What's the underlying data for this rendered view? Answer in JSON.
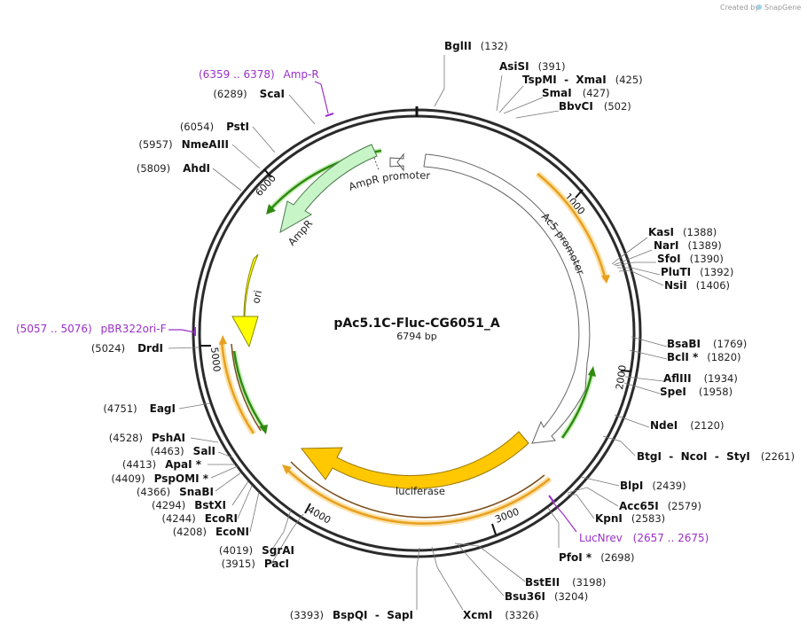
{
  "credit": {
    "prefix": "Created by",
    "brand": "SnapGene"
  },
  "map": {
    "name": "pAc5.1C-Fluc-CG6051_A",
    "size": "6794 bp"
  },
  "colors": {
    "backbone": "#2b2b2b",
    "primer": "#9b30c8",
    "ampr": "#c8f5c8",
    "ori": "#ffff00",
    "luciferase": "#ffc800",
    "orf_green": "#2f8a10",
    "orf_orange": "#e8a020"
  },
  "ticks": [
    "1000",
    "2000",
    "3000",
    "4000",
    "5000",
    "6000"
  ],
  "features": {
    "ampr_promoter": "AmpR promoter",
    "ampr": "AmpR",
    "ac5_promoter": "Ac5 promoter",
    "ori": "ori",
    "luciferase": "luciferase"
  },
  "sites": [
    {
      "name": "BglII",
      "pos": "(132)"
    },
    {
      "name": "AsiSI",
      "pos": "(391)"
    },
    {
      "name": "TspMI  -  XmaI",
      "pos": "(425)"
    },
    {
      "name": "SmaI",
      "pos": "(427)"
    },
    {
      "name": "BbvCI",
      "pos": "(502)"
    },
    {
      "name": "KasI",
      "pos": "(1388)"
    },
    {
      "name": "NarI",
      "pos": "(1389)"
    },
    {
      "name": "SfoI",
      "pos": "(1390)"
    },
    {
      "name": "PluTI",
      "pos": "(1392)"
    },
    {
      "name": "NsiI",
      "pos": "(1406)"
    },
    {
      "name": "BsaBI",
      "pos": "(1769)"
    },
    {
      "name": "BclI *",
      "pos": "(1820)"
    },
    {
      "name": "AflIII",
      "pos": "(1934)"
    },
    {
      "name": "SpeI",
      "pos": "(1958)"
    },
    {
      "name": "NdeI",
      "pos": "(2120)"
    },
    {
      "name": "BtgI  -  NcoI  -  StyI",
      "pos": "(2261)"
    },
    {
      "name": "BlpI",
      "pos": "(2439)"
    },
    {
      "name": "Acc65I",
      "pos": "(2579)"
    },
    {
      "name": "KpnI",
      "pos": "(2583)"
    },
    {
      "name": "PfoI *",
      "pos": "(2698)"
    },
    {
      "name": "BstEII",
      "pos": "(3198)"
    },
    {
      "name": "Bsu36I",
      "pos": "(3204)"
    },
    {
      "name": "XcmI",
      "pos": "(3326)"
    },
    {
      "name": "BspQI  -  SapI",
      "pos": "(3393)"
    },
    {
      "name": "PacI",
      "pos": "(3915)"
    },
    {
      "name": "SgrAI",
      "pos": "(4019)"
    },
    {
      "name": "EcoNI",
      "pos": "(4208)"
    },
    {
      "name": "EcoRI",
      "pos": "(4244)"
    },
    {
      "name": "BstXI",
      "pos": "(4294)"
    },
    {
      "name": "SnaBI",
      "pos": "(4366)"
    },
    {
      "name": "PspOMI *",
      "pos": "(4409)"
    },
    {
      "name": "ApaI *",
      "pos": "(4413)"
    },
    {
      "name": "SalI",
      "pos": "(4463)"
    },
    {
      "name": "PshAI",
      "pos": "(4528)"
    },
    {
      "name": "EagI",
      "pos": "(4751)"
    },
    {
      "name": "DrdI",
      "pos": "(5024)"
    },
    {
      "name": "AhdI",
      "pos": "(5809)"
    },
    {
      "name": "NmeAIII",
      "pos": "(5957)"
    },
    {
      "name": "PstI",
      "pos": "(6054)"
    },
    {
      "name": "ScaI",
      "pos": "(6289)"
    }
  ],
  "primers": [
    {
      "name": "Amp-R",
      "range": "(6359 .. 6378)"
    },
    {
      "name": "pBR322ori-F",
      "range": "(5057 .. 5076)"
    },
    {
      "name": "LucNrev",
      "range": "(2657 .. 2675)"
    }
  ]
}
